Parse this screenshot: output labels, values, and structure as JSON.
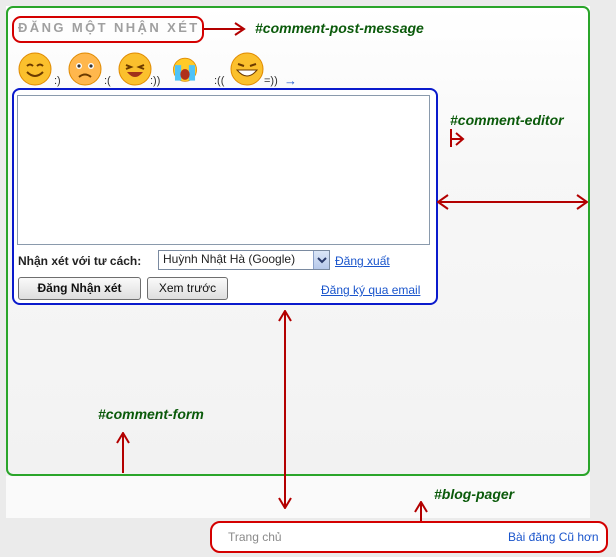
{
  "annotations": {
    "post_message": "#comment-post-message",
    "editor": "#comment-editor",
    "form": "#comment-form",
    "pager": "#blog-pager"
  },
  "header": {
    "post_comment_label": "ĐĂNG MỘT NHẬN XÉT"
  },
  "emoticons": [
    {
      "icon": "smile-icon",
      "code": ":)"
    },
    {
      "icon": "sad-icon",
      "code": ":("
    },
    {
      "icon": "laugh-icon",
      "code": ":))"
    },
    {
      "icon": "cry-icon",
      "code": ":(("
    },
    {
      "icon": "grin-icon",
      "code": "=))"
    }
  ],
  "emoticon_more": "→",
  "editor": {
    "textarea_value": "",
    "comment_as_label": "Nhận xét với tư cách:",
    "identity_selected": "Huỳnh Nhật Hà (Google)",
    "sign_out_link": "Đăng xuất",
    "publish_button": "Đăng Nhận xét",
    "preview_button": "Xem trước",
    "subscribe_link": "Đăng ký qua email"
  },
  "pager": {
    "home": "Trang chủ",
    "older": "Bài đăng Cũ hơn"
  },
  "colors": {
    "form_border": "#2aa52a",
    "editor_border": "#0a1acc",
    "highlight_border": "#d40000",
    "annotation_text": "#0a5a0a",
    "link": "#1a55cc"
  }
}
